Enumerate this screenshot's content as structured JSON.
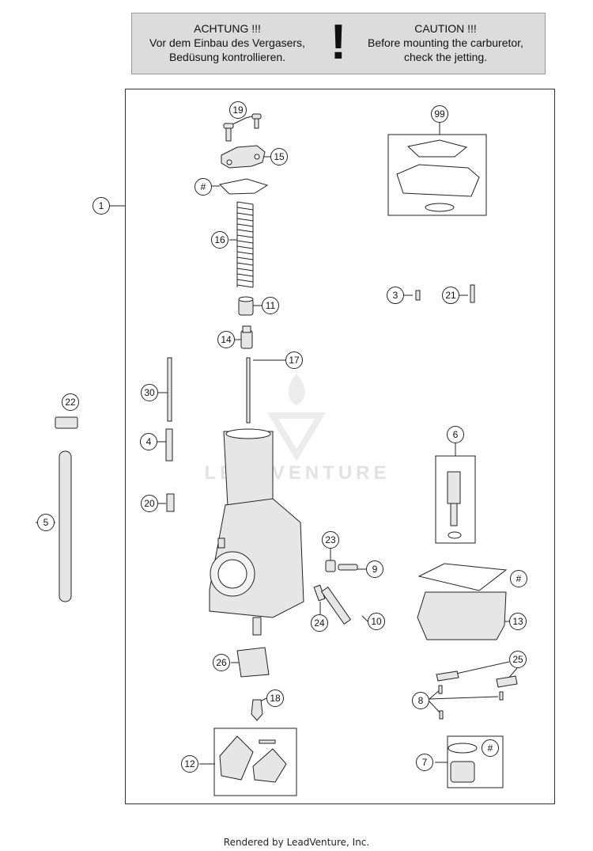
{
  "warning": {
    "de_title": "ACHTUNG !!!",
    "de_line1": "Vor dem Einbau des Vergasers,",
    "de_line2": "Bedüsung kontrollieren.",
    "symbol": "!",
    "en_title": "CAUTION !!!",
    "en_line1": "Before mounting the carburetor,",
    "en_line2": "check the jetting."
  },
  "callouts": {
    "c1": "1",
    "c19": "19",
    "c15": "15",
    "c99": "99",
    "c_hash_top": "#",
    "c16": "16",
    "c11": "11",
    "c3": "3",
    "c21": "21",
    "c14": "14",
    "c17": "17",
    "c30": "30",
    "c22": "22",
    "c4": "4",
    "c6": "6",
    "c20": "20",
    "c5": "5",
    "c23": "23",
    "c9": "9",
    "c_hash_bowl": "#",
    "c24": "24",
    "c10": "10",
    "c13": "13",
    "c25": "25",
    "c26": "26",
    "c18": "18",
    "c8": "8",
    "c12": "12",
    "c7": "7",
    "c_hash_plug": "#"
  },
  "watermark": "LEADVENTURE",
  "footer": "Rendered by LeadVenture, Inc.",
  "colors": {
    "banner_bg": "#dcdcdc",
    "line": "#222222",
    "part_fill": "#e6e6e6"
  }
}
